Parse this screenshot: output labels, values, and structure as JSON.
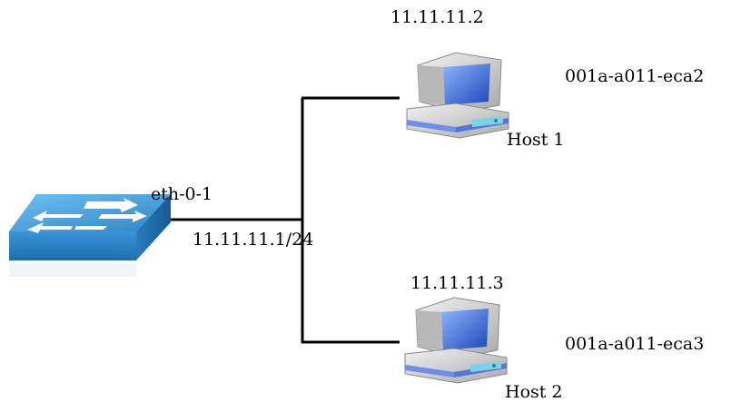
{
  "diagram": {
    "switch": {
      "icon": "network-switch-icon",
      "port_label": "eth-0-1",
      "interface_ip": "11.11.11.1/24"
    },
    "hosts": [
      {
        "icon": "desktop-computer-icon",
        "name": "Host 1",
        "ip": "11.11.11.2",
        "mac": "001a-a011-eca2"
      },
      {
        "icon": "desktop-computer-icon",
        "name": "Host 2",
        "ip": "11.11.11.3",
        "mac": "001a-a011-eca3"
      }
    ],
    "colors": {
      "link": "#000000",
      "switch_top": "#4a9fd8",
      "switch_side": "#2f7fc0",
      "computer_body": "#c8c8c8",
      "screen": "#3b6fd6",
      "base_stripe": "#6f8ee8",
      "disk": "#7ad3e6"
    }
  }
}
